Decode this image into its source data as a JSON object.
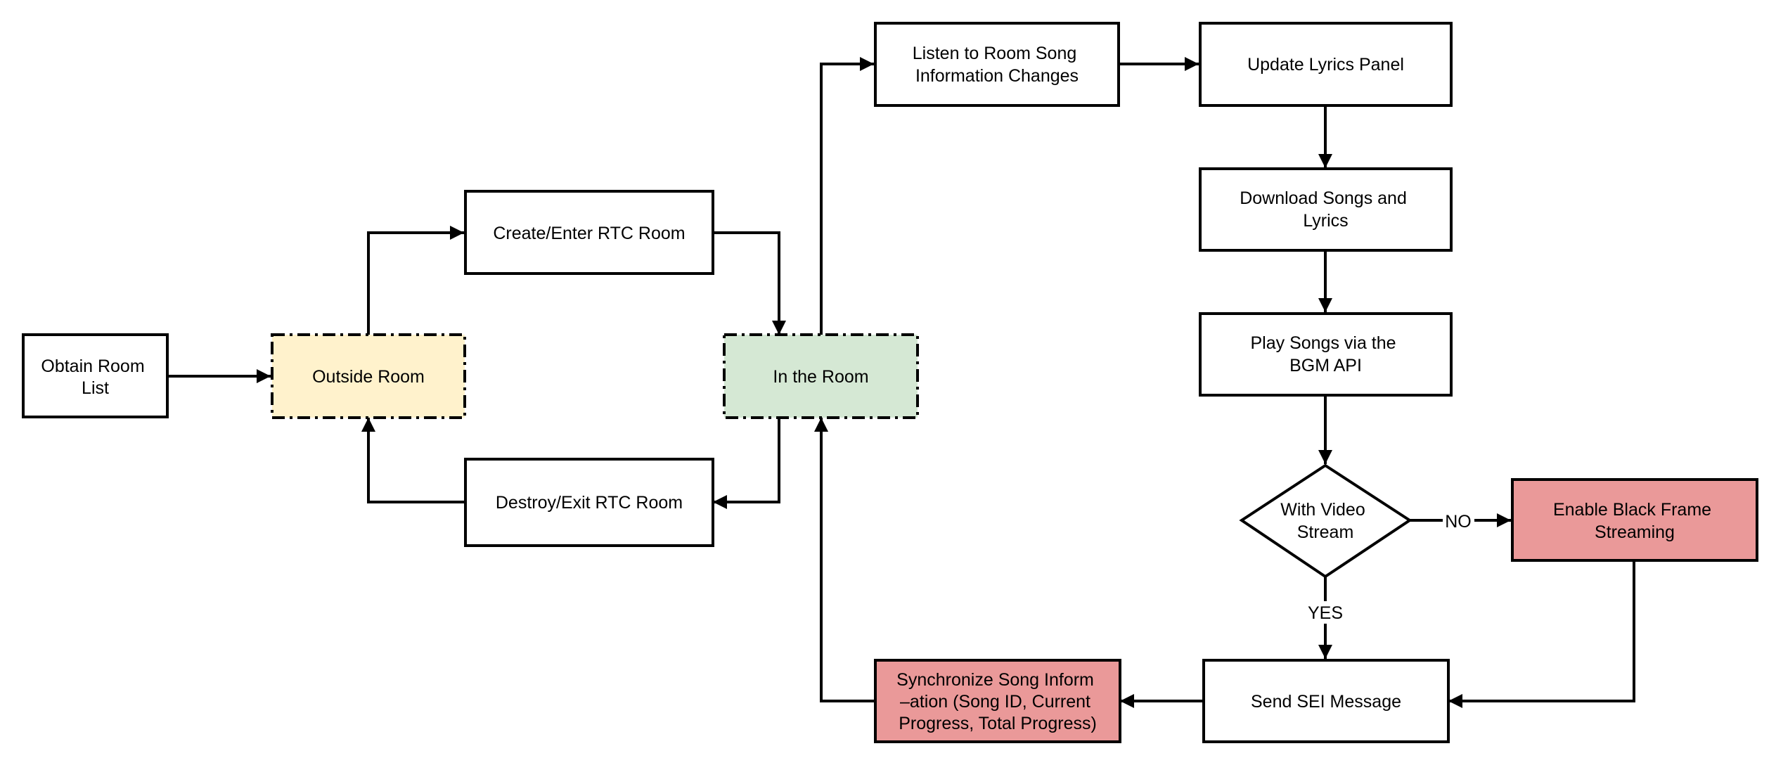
{
  "diagram": {
    "nodes": {
      "obtain_room_list": {
        "lines": [
          "Obtain Room",
          "List"
        ]
      },
      "outside_room": {
        "lines": [
          "Outside Room"
        ]
      },
      "create_enter_rtc_room": {
        "lines": [
          "Create/Enter RTC Room"
        ]
      },
      "destroy_exit_rtc_room": {
        "lines": [
          "Destroy/Exit RTC Room"
        ]
      },
      "in_the_room": {
        "lines": [
          "In the Room"
        ]
      },
      "listen_song_changes": {
        "lines": [
          "Listen to Room Song",
          "Information Changes"
        ]
      },
      "update_lyrics_panel": {
        "lines": [
          "Update Lyrics Panel"
        ]
      },
      "download_songs_lyrics": {
        "lines": [
          "Download Songs and",
          "Lyrics"
        ]
      },
      "play_songs_bgm_api": {
        "lines": [
          "Play Songs via the",
          "BGM API"
        ]
      },
      "with_video_stream": {
        "lines": [
          "With Video",
          "Stream"
        ]
      },
      "enable_black_frame": {
        "lines": [
          "Enable Black Frame",
          "Streaming"
        ]
      },
      "send_sei_message": {
        "lines": [
          "Send SEI Message"
        ]
      },
      "synchronize_song_info": {
        "lines": [
          "Synchronize Song Inform",
          "–ation (Song ID, Current",
          "Progress, Total Progress)"
        ]
      }
    },
    "edge_labels": {
      "no": "NO",
      "yes": "YES"
    },
    "colors": {
      "outside_room_fill": "#FFF2CC",
      "in_the_room_fill": "#D5E8D4",
      "highlight_fill": "#EA9999",
      "stroke": "#000000"
    }
  }
}
